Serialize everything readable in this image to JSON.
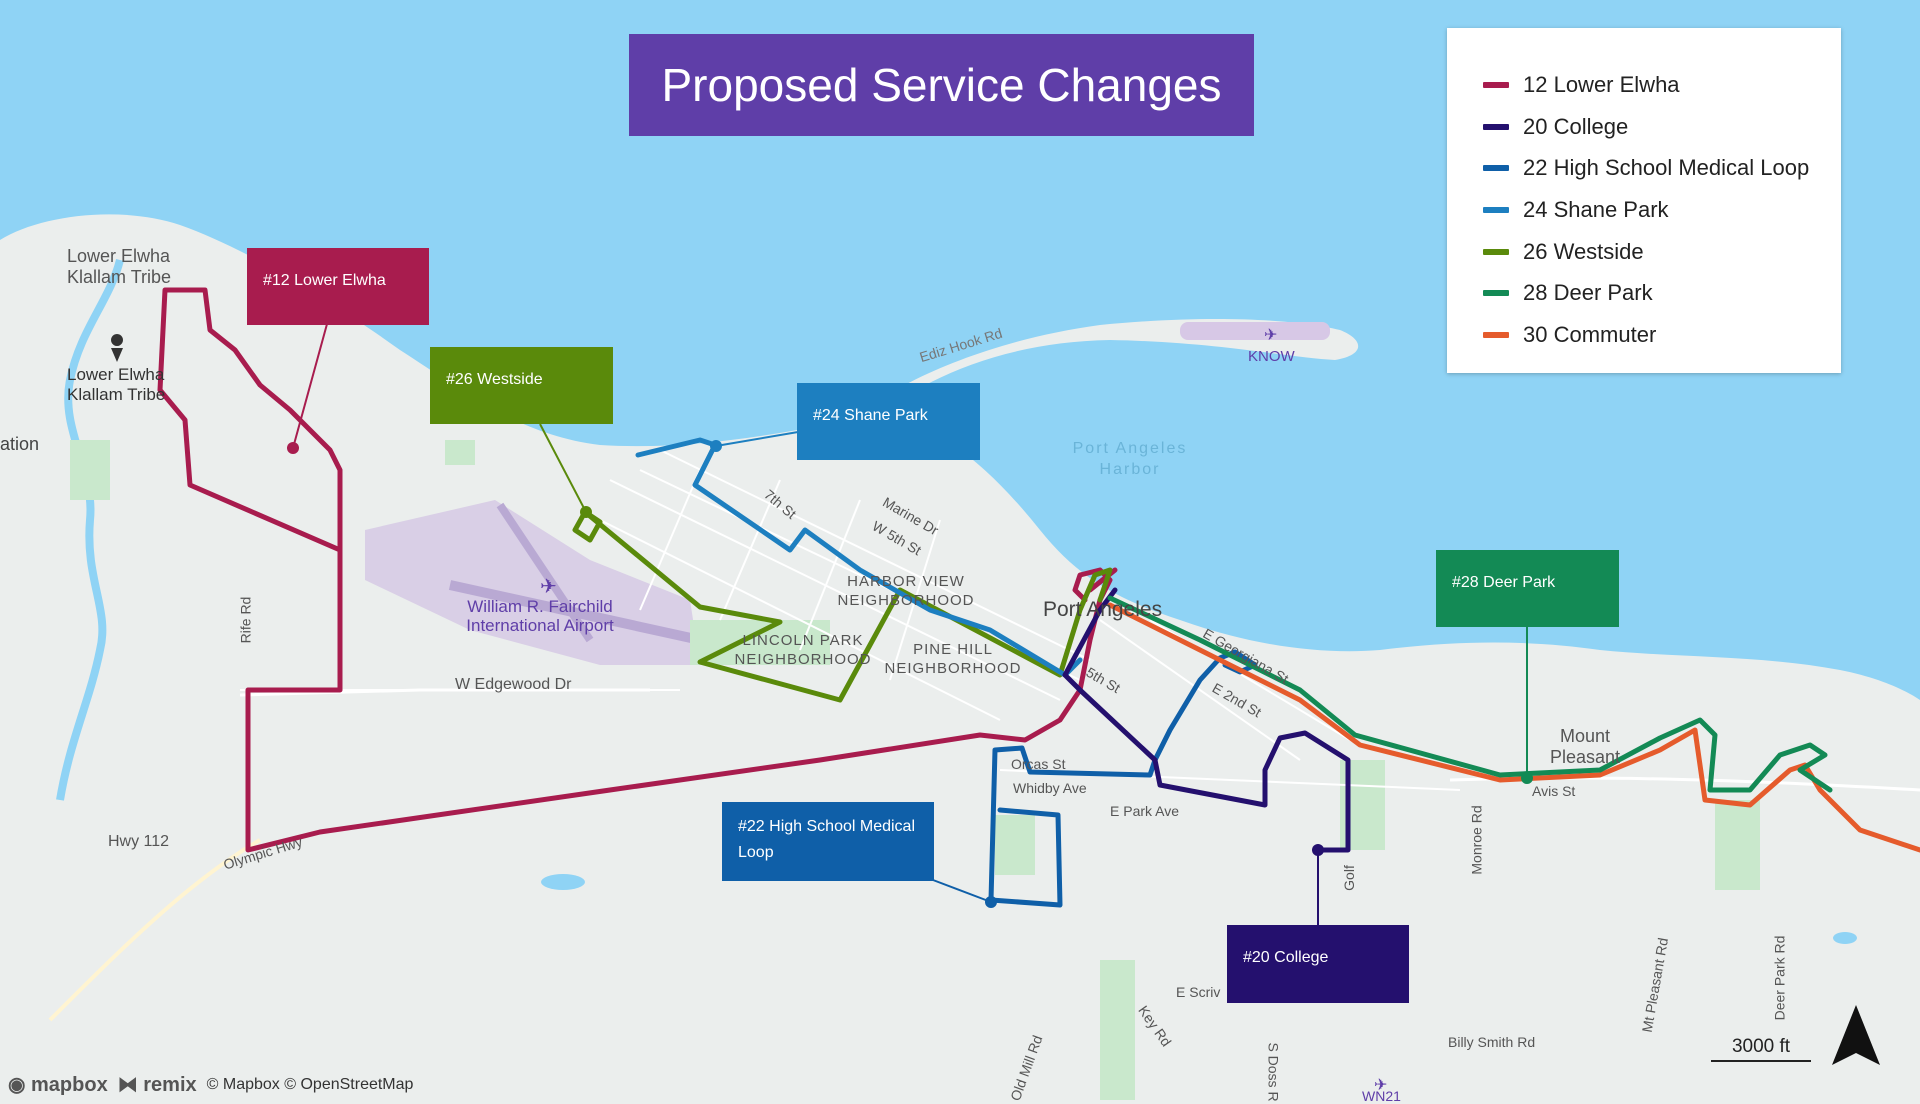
{
  "title": "Proposed Service Changes",
  "legend": [
    {
      "label": "12 Lower Elwha",
      "color": "#a81c4e"
    },
    {
      "label": "20 College",
      "color": "#24106e"
    },
    {
      "label": "22 High School Medical Loop",
      "color": "#0f5fa8"
    },
    {
      "label": "24 Shane Park",
      "color": "#1d7fc0"
    },
    {
      "label": "26 Westside",
      "color": "#5a8a0b"
    },
    {
      "label": "28 Deer Park",
      "color": "#138a55"
    },
    {
      "label": "30 Commuter",
      "color": "#e55b2c"
    }
  ],
  "callouts": {
    "r12": "#12 Lower Elwha",
    "r26": "#26 Westside",
    "r24": "#24 Shane Park",
    "r28": "#28 Deer Park",
    "r22": "#22 High School Medical Loop",
    "r20": "#20 College"
  },
  "place_labels": {
    "lower_elwha_tribe_1": "Lower Elwha Klallam Tribe",
    "lower_elwha_tribe_2": "Lower Elwha Klallam Tribe",
    "ation": "ation",
    "airport": "William R. Fairchild International Airport",
    "ediz_hook_rd": "Ediz Hook Rd",
    "know": "KNOW",
    "harbor": "Port Angeles Harbor",
    "seventh_st": "7th St",
    "marine_dr": "Marine Dr",
    "w_fifth_st": "W 5th St",
    "harbor_view": "HARBOR VIEW NEIGHBORHOOD",
    "lincoln_park": "LINCOLN PARK NEIGHBORHOOD",
    "pine_hill": "PINE HILL NEIGHBORHOOD",
    "port_angeles": "Port Angeles",
    "fifth_st": "5th St",
    "e_georgiana": "E Georgiana St",
    "e_second_st": "E 2nd St",
    "rife_rd": "Rife Rd",
    "w_edgewood": "W Edgewood Dr",
    "hwy_112": "Hwy 112",
    "olympic_hwy": "Olympic Hwy",
    "orcas_st": "Orcas St",
    "whidby_ave": "Whidby Ave",
    "e_park_ave": "E Park Ave",
    "mount_pleasant": "Mount Pleasant",
    "avis_st": "Avis St",
    "monroe_rd": "Monroe Rd",
    "golf": "Golf",
    "mt_pleasant_rd": "Mt Pleasant Rd",
    "deer_park_rd": "Deer Park Rd",
    "e_scriv": "E Scriv",
    "key_rd": "Key Rd",
    "old_mill_rd": "Old Mill Rd",
    "s_doss": "S Doss R",
    "billy_smith": "Billy Smith Rd",
    "wn21": "WN21"
  },
  "scale": "3000 ft",
  "attribution": {
    "mapbox_logo": "mapbox",
    "remix_logo": "remix",
    "text": "© Mapbox © OpenStreetMap"
  }
}
